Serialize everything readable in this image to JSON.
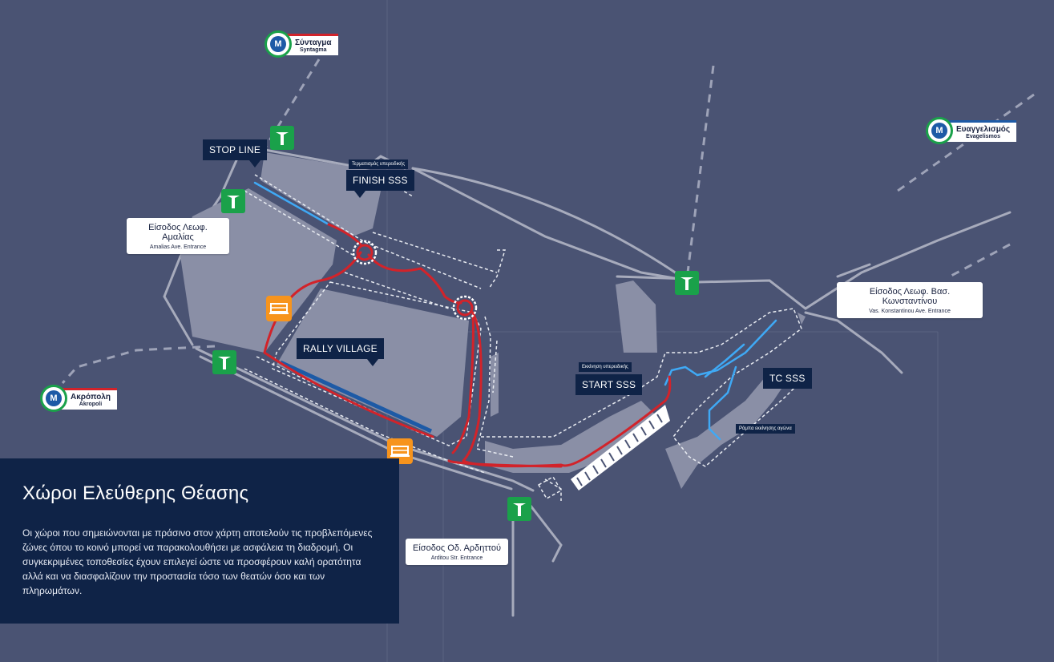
{
  "panel": {
    "title": "Χώροι Ελεύθερης Θέασης",
    "body": "Οι χώροι που σημειώνονται με πράσινο στον χάρτη αποτελούν τις προβλεπόμενες ζώνες όπου το κοινό μπορεί να παρακολουθήσει με ασφάλεια τη διαδρομή. Οι συγκεκριμένες τοποθεσίες έχουν επιλεγεί ώστε να προσφέρουν καλή ορατότητα αλλά και να διασφαλίζουν την προστασία τόσο των θεατών όσο και των πληρωμάτων."
  },
  "metro": {
    "syntagma": {
      "gr": "Σύνταγμα",
      "en": "Syntagma",
      "line_color": "#d2232a"
    },
    "evagelismos": {
      "gr": "Ευαγγελισμός",
      "en": "Evagelismos",
      "line_color": "#1d5aa6"
    },
    "akropoli": {
      "gr": "Ακρόπολη",
      "en": "Akropoli",
      "line_color": "#d2232a"
    },
    "icon": "metro-icon"
  },
  "entrances": {
    "amalias": {
      "gr": "Είσοδος Λεωφ. Αμαλίας",
      "en": "Amalias Ave. Entrance"
    },
    "konstantinou": {
      "gr": "Είσοδος Λεωφ. Βασ. Κωνσταντίνου",
      "en": "Vas. Konstantinou Ave. Entrance"
    },
    "arditou": {
      "gr": "Είσοδος Οδ. Αρδηττού",
      "en": "Arditou Str. Entrance"
    }
  },
  "callouts": {
    "stop_line": "STOP LINE",
    "finish_sss": "FINISH SSS",
    "finish_note": "Τερματισμός υπερειδικής",
    "rally_village": "RALLY VILLAGE",
    "start_sss": "START SSS",
    "start_note": "Εκκίνηση υπερειδικής",
    "tc_sss": "TC SSS",
    "ramp_note": "Ράμπα εκκίνησης αγώνα"
  },
  "colors": {
    "background": "#4a5373",
    "panel": "#0f2347",
    "route_red": "#d2232a",
    "route_blue": "#3fa9f5",
    "route_dark_blue": "#1d5aa6",
    "gate_green": "#1aa14a",
    "seating_orange": "#f7941d",
    "zone_gray": "#8a8fa6"
  },
  "icons": {
    "gate": "entrance-gate-icon",
    "seating": "grandstand-icon"
  }
}
